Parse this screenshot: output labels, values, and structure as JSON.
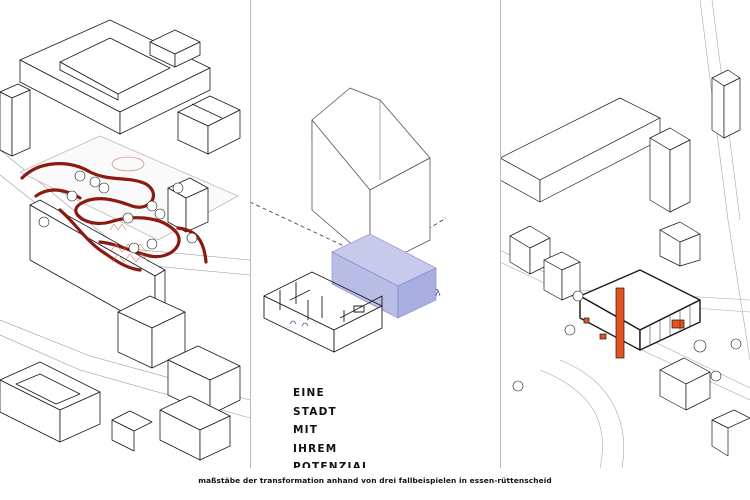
{
  "headline": {
    "lines": [
      "EINE",
      "STADT",
      "MIT",
      "IHREM",
      "POTENZIAL"
    ]
  },
  "caption": "maßstäbe der transformation anhand von drei fallbeispielen in essen-rüttenscheid",
  "colors": {
    "background": "#ffffff",
    "line": "#1a1a1a",
    "path_red": "#8b1a12",
    "accent_orange": "#e4531f",
    "highlight_blue": "#b9bde6"
  },
  "panels": [
    {
      "name": "district-scale-axonometry",
      "accent": "#8b1a12"
    },
    {
      "name": "building-scale-axonometry",
      "accent": "#b9bde6"
    },
    {
      "name": "neighbourhood-scale-axonometry",
      "accent": "#e4531f"
    }
  ]
}
